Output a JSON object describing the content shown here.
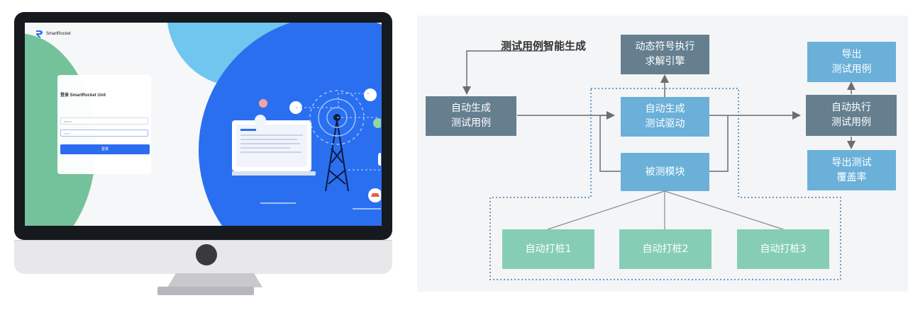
{
  "login_screen": {
    "brand_name": "SmartRocket",
    "title": "登录 SmartRocket Unit",
    "username_placeholder": "admin",
    "password_placeholder": "••••••",
    "login_button": "登录"
  },
  "diagram": {
    "label_test_gen": "测试用例智能生成",
    "node_engine": [
      "动态符号执行",
      "求解引擎"
    ],
    "node_autogen_cases": [
      "自动生成",
      "测试用例"
    ],
    "node_autogen_driver": [
      "自动生成",
      "测试驱动"
    ],
    "node_module_under_test": "被测模块",
    "node_stub1": "自动打桩1",
    "node_stub2": "自动打桩2",
    "node_stub3": "自动打桩3",
    "node_export_cases": [
      "导出",
      "测试用例"
    ],
    "node_auto_exec": [
      "自动执行",
      "测试用例"
    ],
    "node_export_coverage": [
      "导出测试",
      "覆盖率"
    ]
  },
  "colors": {
    "dark_node": "#657f8f",
    "blue_node": "#6ab0d9",
    "green_node": "#86cdb6",
    "dotted_border": "#3a7fc2",
    "monitor_bezel": "#16191d",
    "brand_blue": "#2a6ff0"
  }
}
